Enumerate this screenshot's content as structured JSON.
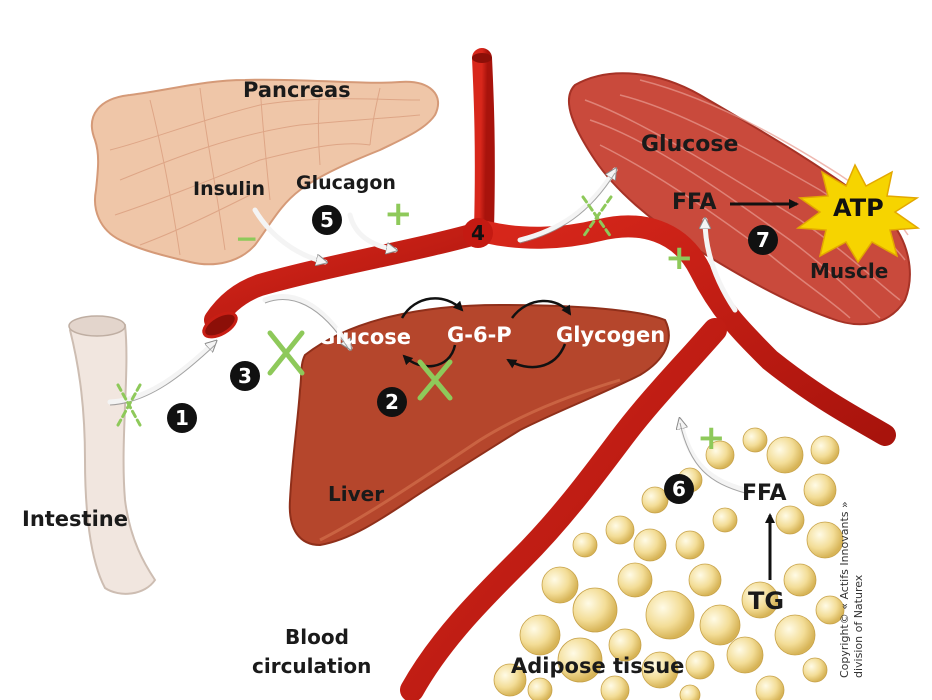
{
  "labels": {
    "pancreas": "Pancreas",
    "insulin": "Insulin",
    "glucagon": "Glucagon",
    "glucose_muscle": "Glucose",
    "ffa_muscle": "FFA",
    "atp": "ATP",
    "muscle": "Muscle",
    "glucose_liver": "Glucose",
    "g6p": "G-6-P",
    "glycogen": "Glycogen",
    "liver": "Liver",
    "intestine": "Intestine",
    "blood_line1": "Blood",
    "blood_line2": "circulation",
    "adipose": "Adipose tissue",
    "ffa_adipose": "FFA",
    "tg": "TG"
  },
  "signs": {
    "minus": "−",
    "plus": "+"
  },
  "steps": [
    "1",
    "2",
    "3",
    "4",
    "5",
    "6",
    "7"
  ],
  "copyright": {
    "line1": "Copyright© « Actifs Innovants »",
    "line2": "division of Naturex"
  },
  "colors": {
    "vessel": "#c81e14",
    "liver": "#b8482e",
    "muscle": "#c9493a",
    "pancreas": "#eec3a6",
    "inhibition": "#8ec95a",
    "atp": "#f6d400"
  }
}
